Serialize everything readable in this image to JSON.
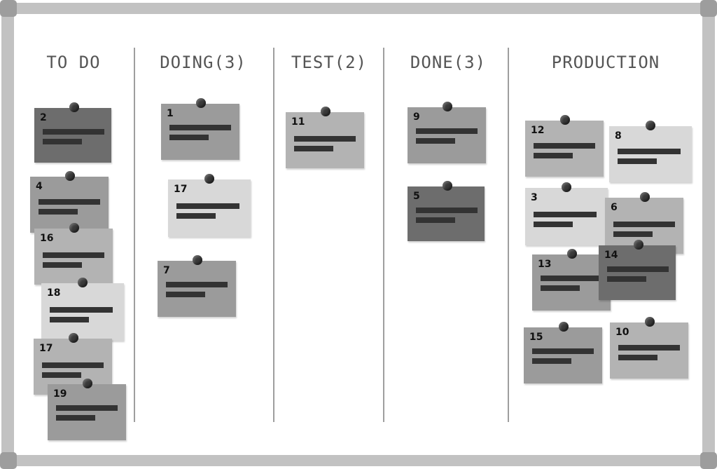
{
  "board": {
    "columns": [
      {
        "title": "TO DO"
      },
      {
        "title": "DOING(3)"
      },
      {
        "title": "TEST(2)"
      },
      {
        "title": "DONE(3)"
      },
      {
        "title": "PRODUCTION"
      }
    ]
  },
  "cards": {
    "c2": "2",
    "c4": "4",
    "c16": "16",
    "c18": "18",
    "c17a": "17",
    "c19": "19",
    "c1": "1",
    "c17b": "17",
    "c7": "7",
    "c11": "11",
    "c9": "9",
    "c5": "5",
    "c12": "12",
    "c8": "8",
    "c3": "3",
    "c6": "6",
    "c13": "13",
    "c14": "14",
    "c15": "15",
    "c10": "10"
  },
  "colors": {
    "dark": "#6d6d6d",
    "medium": "#9b9b9b",
    "light": "#b3b3b3",
    "pale": "#d8d8d8",
    "frame": "#c2c2c2"
  }
}
